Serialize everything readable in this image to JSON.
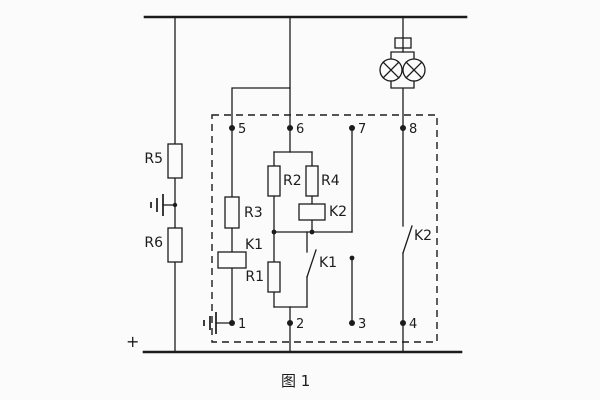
{
  "figure": {
    "caption": "图 1",
    "polarity": "+",
    "terminals": {
      "top": [
        "5",
        "6",
        "7",
        "8"
      ],
      "bottom": [
        "1",
        "2",
        "3",
        "4"
      ]
    },
    "labels": {
      "r5": "R5",
      "r6": "R6",
      "r3": "R3",
      "r2": "R2",
      "r4": "R4",
      "r1": "R1",
      "k1_coil": "K1",
      "k2_coil": "K2",
      "k1_contact": "K1",
      "k2_contact": "K2"
    },
    "colors": {
      "stroke": "#1c1c1c",
      "background": "#fbfbfb"
    }
  }
}
